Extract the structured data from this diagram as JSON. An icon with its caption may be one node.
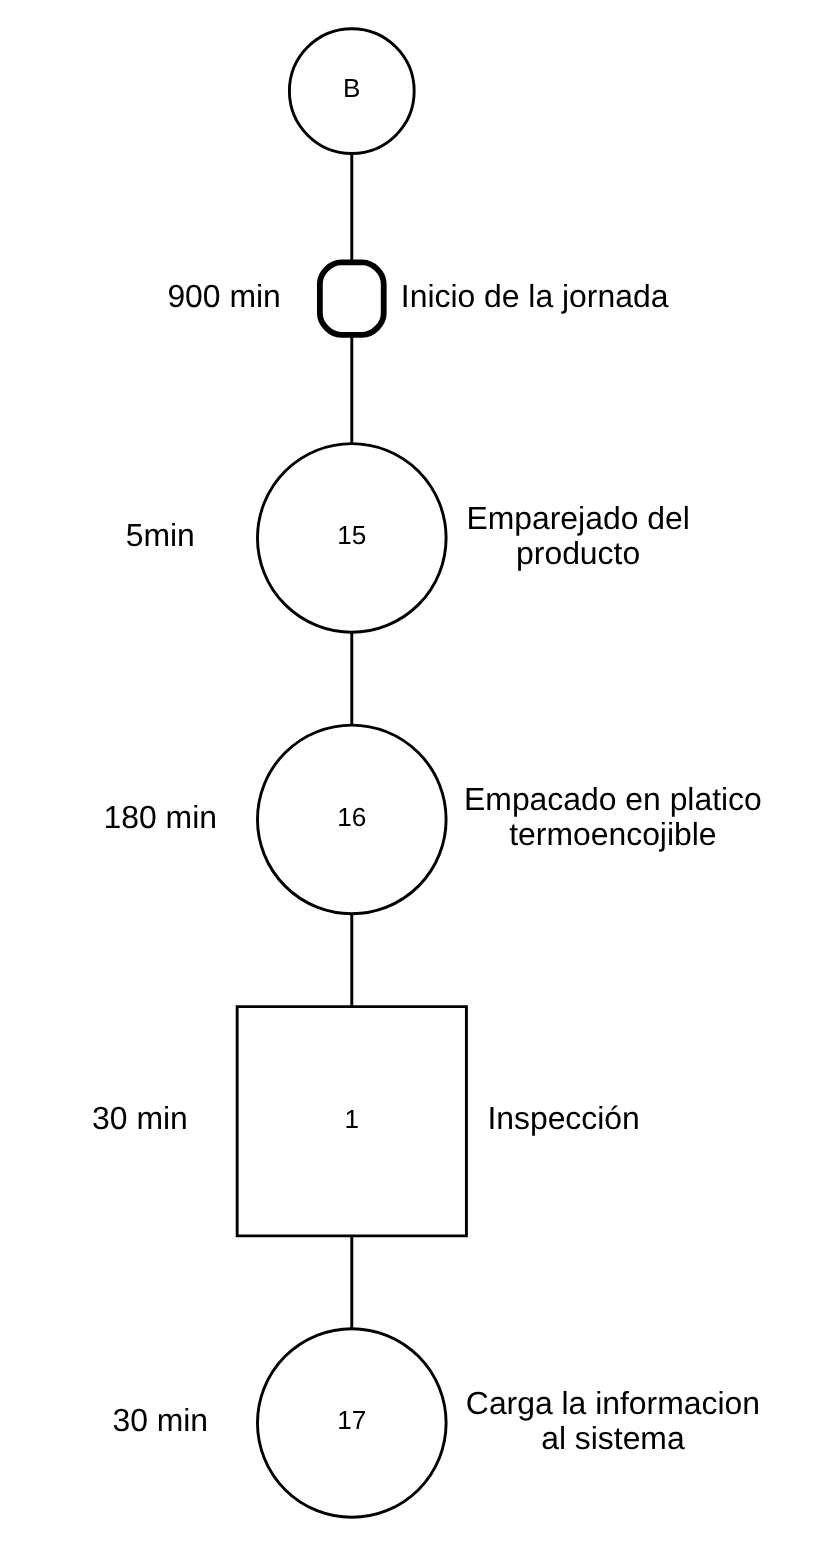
{
  "diagram": {
    "nodes": [
      {
        "text": [
          "B"
        ]
      },
      {
        "text": [],
        "shape": "delay",
        "beside": [
          "900 min",
          "Inicio de la jornada"
        ]
      },
      {
        "text": [
          "15"
        ],
        "beside": [
          "5min",
          "Emparejado del producto"
        ]
      },
      {
        "text": [
          "16"
        ],
        "beside": [
          "180 min",
          "Empacado en platico termoencojible"
        ]
      },
      {
        "text": [
          "1"
        ],
        "beside": [
          "30 min",
          "Inspección"
        ]
      },
      {
        "text": [
          "17"
        ],
        "beside": [
          "30 min",
          "Carga la informacion al sistema"
        ]
      }
    ],
    "edges": [
      {
        "from": 0,
        "to": 1,
        "arrow": "none"
      },
      {
        "from": 1,
        "to": 2,
        "arrow": "none"
      },
      {
        "from": 2,
        "to": 3,
        "arrow": "none"
      },
      {
        "from": 3,
        "to": 4,
        "arrow": "none"
      },
      {
        "from": 4,
        "to": 5,
        "arrow": "none"
      }
    ]
  }
}
